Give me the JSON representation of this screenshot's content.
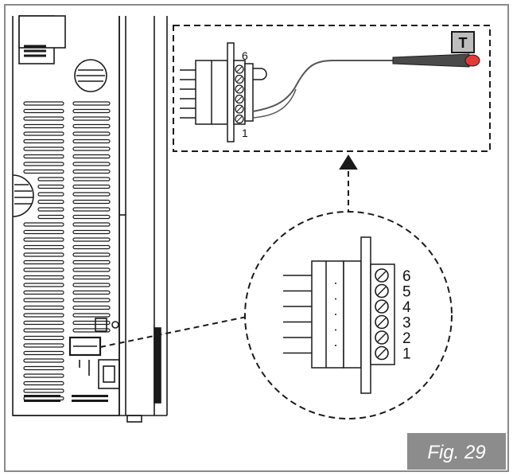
{
  "top_inset": {
    "terminal_labels": {
      "top": "6",
      "bottom": "1"
    },
    "sensor_badge": "T"
  },
  "zoom_connector": {
    "pin_labels": [
      "6",
      "5",
      "4",
      "3",
      "2",
      "1"
    ]
  },
  "figure_label": "Fig. 29",
  "colors": {
    "frame": "#8a8a8a",
    "stroke": "#1a1a1a",
    "sensor": "#4a4a4a",
    "sensor_tip": "#e53935",
    "badge_fill": "#bdbdbd",
    "fig_badge": "#8c8c8c"
  }
}
